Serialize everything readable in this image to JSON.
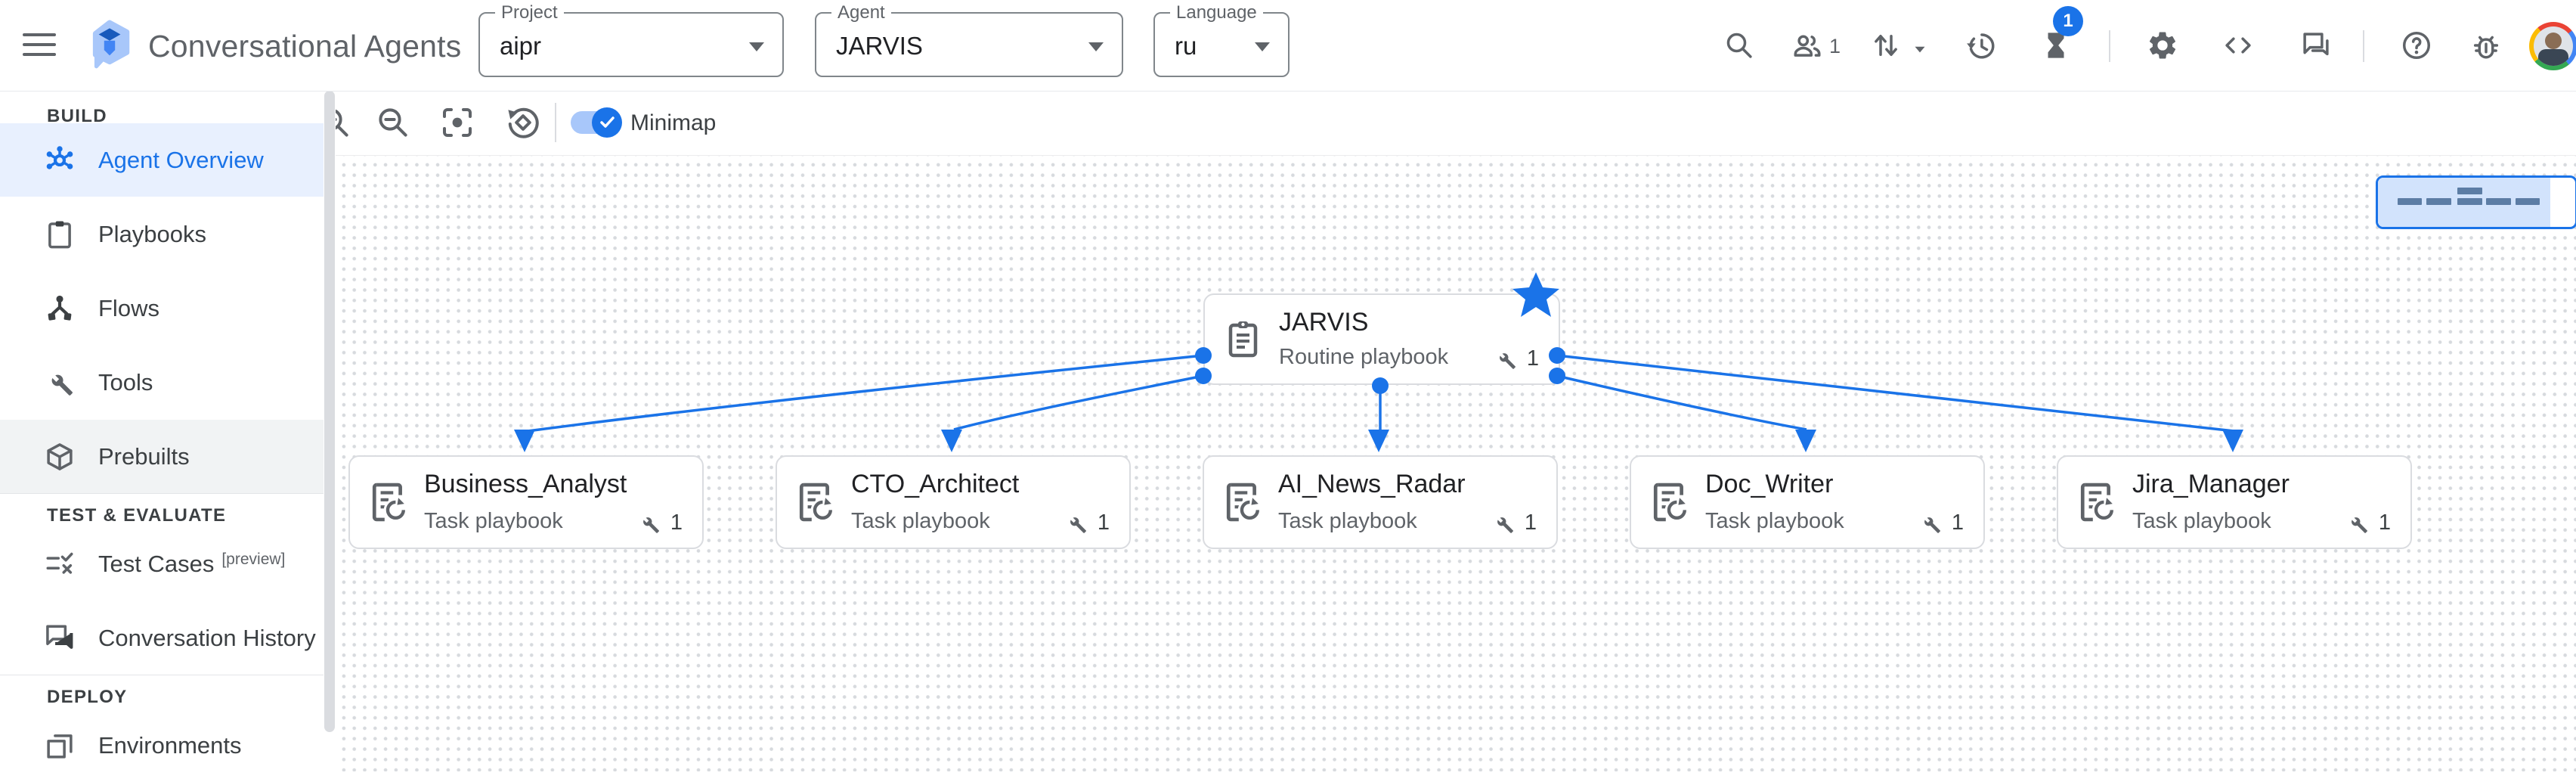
{
  "header": {
    "app_title": "Conversational Agents",
    "selectors": [
      {
        "label": "Project",
        "value": "aipr"
      },
      {
        "label": "Agent",
        "value": "JARVIS"
      },
      {
        "label": "Language",
        "value": "ru"
      }
    ],
    "people_count": "1",
    "pending_badge": "1"
  },
  "sidebar": {
    "sections": [
      {
        "title": "BUILD",
        "items": [
          {
            "label": "Agent Overview"
          },
          {
            "label": "Playbooks"
          },
          {
            "label": "Flows"
          },
          {
            "label": "Tools"
          },
          {
            "label": "Prebuilts"
          }
        ]
      },
      {
        "title": "TEST & EVALUATE",
        "items": [
          {
            "label": "Test Cases",
            "badge": "[preview]"
          },
          {
            "label": "Conversation History"
          }
        ]
      },
      {
        "title": "DEPLOY",
        "items": [
          {
            "label": "Environments"
          }
        ]
      }
    ]
  },
  "toolbar": {
    "minimap_label": "Minimap"
  },
  "canvas": {
    "nodes": [
      {
        "title": "JARVIS",
        "subtitle": "Routine playbook",
        "tool_count": "1"
      },
      {
        "title": "Business_Analyst",
        "subtitle": "Task playbook",
        "tool_count": "1"
      },
      {
        "title": "CTO_Architect",
        "subtitle": "Task playbook",
        "tool_count": "1"
      },
      {
        "title": "AI_News_Radar",
        "subtitle": "Task playbook",
        "tool_count": "1"
      },
      {
        "title": "Doc_Writer",
        "subtitle": "Task playbook",
        "tool_count": "1"
      },
      {
        "title": "Jira_Manager",
        "subtitle": "Task playbook",
        "tool_count": "1"
      }
    ]
  },
  "colors": {
    "accent": "#1a73e8",
    "active_item_bg": "#e8f0fe",
    "node_border": "#dadce0",
    "minimap_viewport": "#d2e3fc",
    "icon_gray": "#5f6368"
  }
}
